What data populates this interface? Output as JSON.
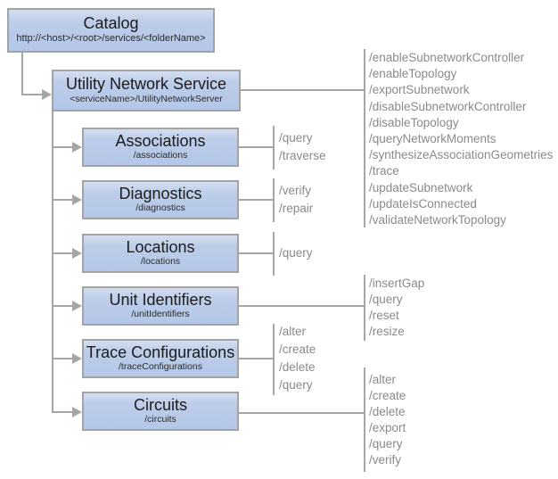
{
  "colors": {
    "box_fill": "#b4c7e7",
    "box_fill_top": "#d4def0",
    "box_border": "#a3a3a3",
    "connector_line": "#a6a6a6",
    "operations_text": "#8a8a8a",
    "title_text": "#1c1c1c"
  },
  "catalog": {
    "title": "Catalog",
    "subtitle": "http://<host>/<root>/services/<folderName>"
  },
  "service": {
    "title": "Utility Network Service",
    "subtitle": "<serviceName>/UtilityNetworkServer",
    "operations": [
      "/enableSubnetworkController",
      "/enableTopology",
      "/exportSubnetwork",
      "/disableSubnetworkController",
      "/disableTopology",
      "/queryNetworkMoments",
      "/synthesizeAssociationGeometries",
      "/trace",
      "/updateSubnetwork",
      "/updateIsConnected",
      "/validateNetworkTopology"
    ]
  },
  "resources": [
    {
      "title": "Associations",
      "subtitle": "/associations",
      "operations": [
        "/query",
        "/traverse"
      ]
    },
    {
      "title": "Diagnostics",
      "subtitle": "/diagnostics",
      "operations": [
        "/verify",
        "/repair"
      ]
    },
    {
      "title": "Locations",
      "subtitle": "/locations",
      "operations": [
        "/query"
      ]
    },
    {
      "title": "Unit Identifiers",
      "subtitle": "/unitIdentifiers",
      "operations": [
        "/insertGap",
        "/query",
        "/reset",
        "/resize"
      ]
    },
    {
      "title": "Trace Configurations",
      "subtitle": "/traceConfigurations",
      "operations": [
        "/alter",
        "/create",
        "/delete",
        "/query"
      ]
    },
    {
      "title": "Circuits",
      "subtitle": "/circuits",
      "operations": [
        "/alter",
        "/create",
        "/delete",
        "/export",
        "/query",
        "/verify"
      ]
    }
  ]
}
